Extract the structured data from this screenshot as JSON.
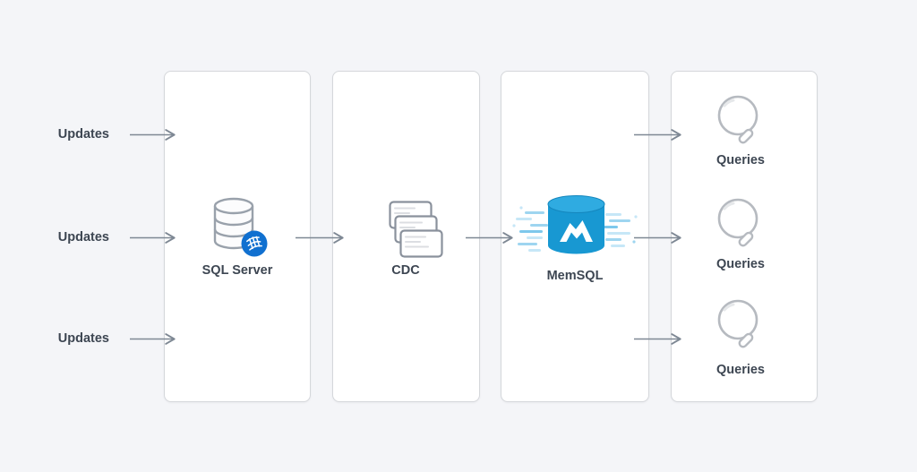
{
  "diagram": {
    "title_hint": "data-flow pipeline diagram",
    "inputs": [
      {
        "label": "Updates"
      },
      {
        "label": "Updates"
      },
      {
        "label": "Updates"
      }
    ],
    "stages": [
      {
        "id": "sql-server",
        "label": "SQL Server",
        "icon": "database-with-sqlserver-badge-icon"
      },
      {
        "id": "cdc",
        "label": "CDC",
        "icon": "stacked-record-cards-icon"
      },
      {
        "id": "memsql",
        "label": "MemSQL",
        "icon": "memsql-blue-cylinder-icon"
      }
    ],
    "outputs": [
      {
        "label": "Queries"
      },
      {
        "label": "Queries"
      },
      {
        "label": "Queries"
      }
    ],
    "arrows": {
      "input_arrows": 3,
      "between_stage_arrows": 2,
      "output_arrows": 3,
      "direction": "left-to-right"
    },
    "colors": {
      "background": "#f4f5f8",
      "panel_fill": "#ffffff",
      "panel_border": "#d5d7db",
      "arrow": "#7e8894",
      "label_text": "#3d4652",
      "icon_outline": "#99a1ab",
      "memsql_body_blue": "#1898d2",
      "memsql_top_blue": "#2fabe1",
      "memsql_speed_line_blue": "#9ed5f0",
      "sqlserver_badge_blue": "#1070d0",
      "magnifier_outline": "#b6bac0"
    }
  }
}
